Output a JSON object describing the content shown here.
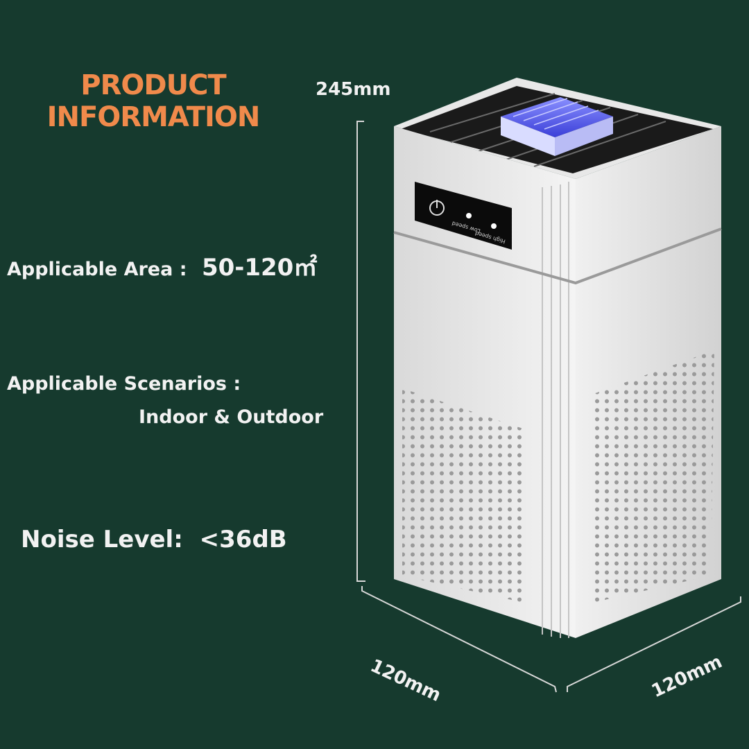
{
  "title": {
    "line1": "PRODUCT",
    "line2": "INFORMATION"
  },
  "specs": {
    "area_label": "Applicable Area :",
    "area_value": "50-120㎡",
    "scenarios_label": "Applicable Scenarios :",
    "scenarios_value": "Indoor & Outdoor",
    "noise_label": "Noise Level:",
    "noise_value": "<36dB"
  },
  "dimensions": {
    "height": "245mm",
    "width": "120mm",
    "depth": "120mm"
  },
  "control_panel": {
    "low": "Low speed",
    "high": "High speed"
  },
  "colors": {
    "background": "#163a2e",
    "title": "#f08a4b",
    "text": "#f2f2f2",
    "device": "#e6e6e6",
    "light": "#5a63ff"
  },
  "icons": [
    "power-icon"
  ]
}
